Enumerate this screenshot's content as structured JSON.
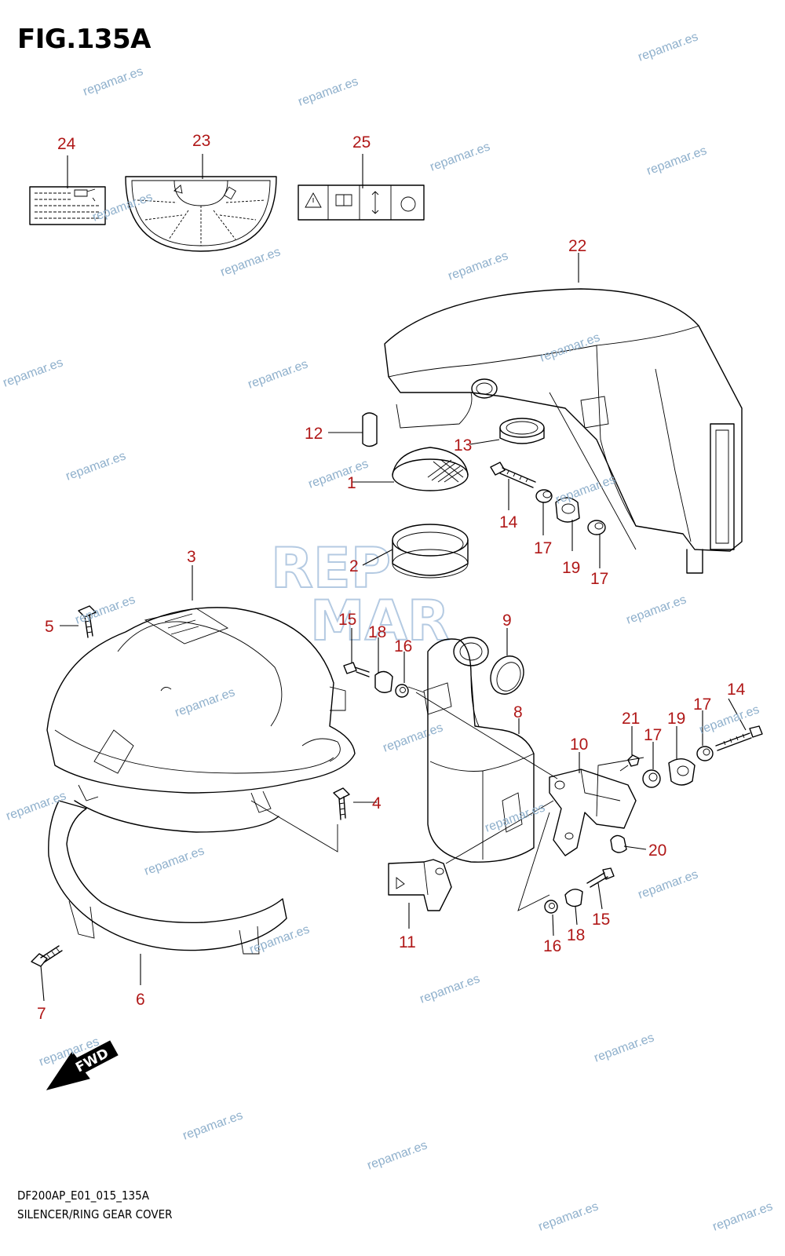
{
  "figure_title": "FIG.135A",
  "footer": {
    "code": "DF200AP_E01_015_135A",
    "caption": "SILENCER/RING GEAR COVER"
  },
  "watermark_text": "repamar.es",
  "logo_text": {
    "line1": "REP",
    "line2": "MAR"
  },
  "fwd_label": "FWD",
  "callouts": {
    "p1": "1",
    "p2": "2",
    "p3": "3",
    "p4": "4",
    "p5": "5",
    "p6": "6",
    "p7": "7",
    "p8": "8",
    "p9": "9",
    "p10": "10",
    "p11": "11",
    "p12": "12",
    "p13": "13",
    "p14a": "14",
    "p14b": "14",
    "p15a": "15",
    "p15b": "15",
    "p16a": "16",
    "p16b": "16",
    "p17a": "17",
    "p17b": "17",
    "p17c": "17",
    "p17d": "17",
    "p18a": "18",
    "p18b": "18",
    "p19a": "19",
    "p19b": "19",
    "p20": "20",
    "p21": "21",
    "p22": "22",
    "p23": "23",
    "p24": "24",
    "p25": "25"
  },
  "colors": {
    "callout": "#b01818",
    "watermark": "#8fb0cc",
    "lines": "#000000"
  }
}
